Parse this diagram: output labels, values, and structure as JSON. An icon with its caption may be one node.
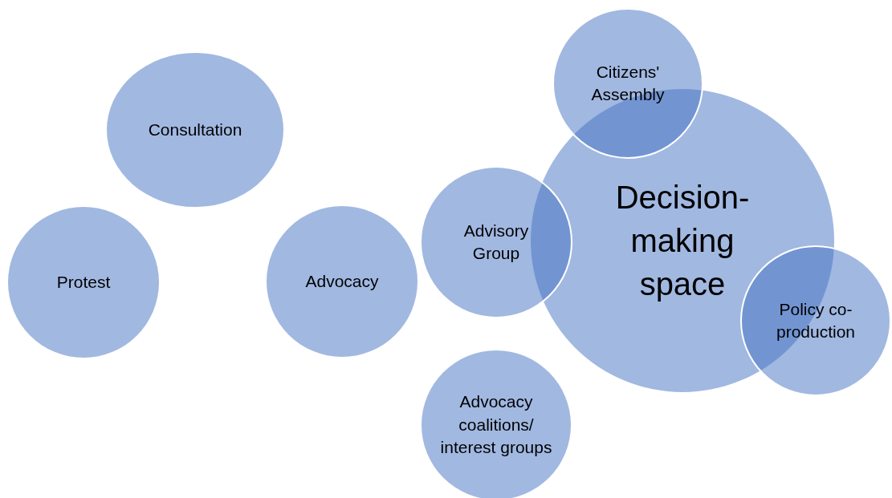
{
  "diagram": {
    "nodes": [
      {
        "text": [
          "Citizens' Assembly"
        ]
      },
      {
        "text": [
          "Consultation"
        ]
      },
      {
        "text": [
          "Decision-making space"
        ]
      },
      {
        "text": [
          "Advisory Group"
        ]
      },
      {
        "text": [
          "Protest"
        ]
      },
      {
        "text": [
          "Advocacy"
        ]
      },
      {
        "text": [
          "Policy co-production"
        ]
      },
      {
        "text": [
          "Advocacy coalitions/ interest groups"
        ]
      }
    ]
  }
}
